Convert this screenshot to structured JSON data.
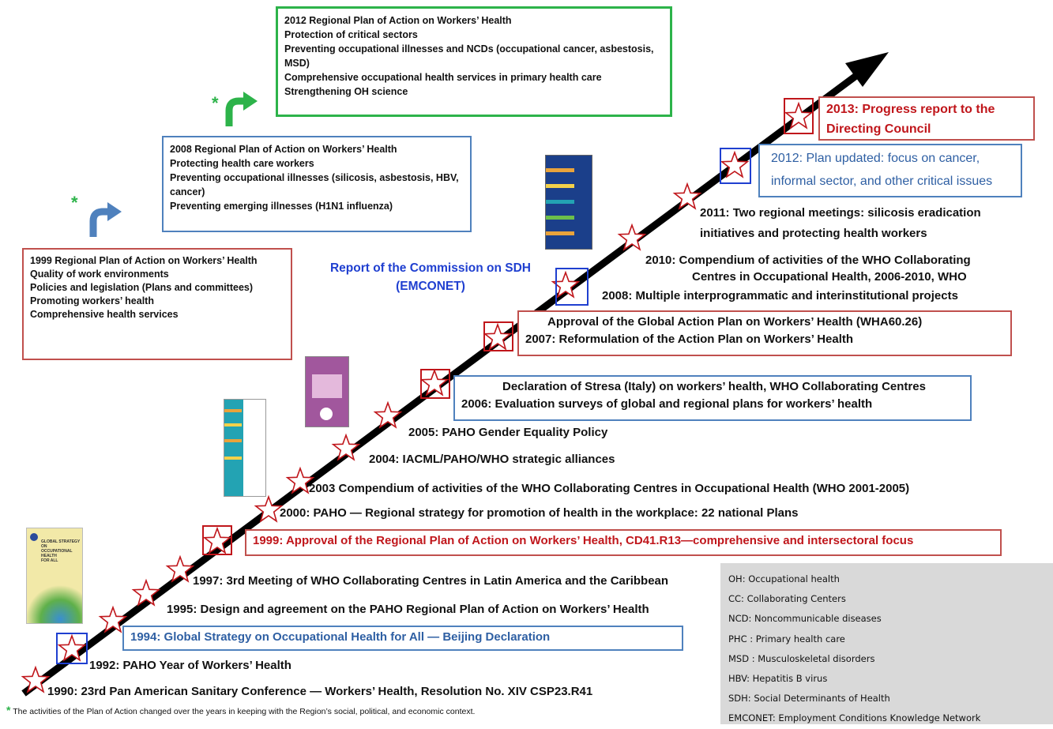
{
  "plans": {
    "plan1999": {
      "lines": [
        "1999 Regional Plan of Action on Workers’ Health",
        "Quality of work environments",
        "Policies and legislation (Plans and committees)",
        "Promoting workers’ health",
        "Comprehensive health services"
      ]
    },
    "plan2008": {
      "lines": [
        "2008 Regional Plan of Action on Workers’ Health",
        "Protecting health care workers",
        "Preventing occupational illnesses (silicosis, asbestosis, HBV, cancer)",
        "Preventing emerging illnesses (H1N1 influenza)"
      ]
    },
    "plan2012": {
      "lines": [
        "2012 Regional Plan of Action on Workers’ Health",
        "Protection of critical sectors",
        "Preventing occupational illnesses and NCDs (occupational cancer, asbestosis, MSD)",
        "Comprehensive occupational health services in primary health care",
        "Strengthening OH science"
      ]
    }
  },
  "asterisk": "*",
  "commission": "Report of the Commission on SDH  (EMCONET)",
  "events": {
    "e1990": "1990:   23rd Pan American Sanitary Conference — Workers’ Health, Resolution No. XIV CSP23.R41",
    "e1992": "1992:   PAHO Year of Workers’ Health",
    "e1994": "1994:  Global Strategy on Occupational Health for All — Beijing Declaration",
    "e1995": "1995: Design and agreement on the PAHO Regional Plan of Action on Workers’ Health",
    "e1997": "1997:  3rd Meeting of WHO Collaborating Centres in Latin America and the Caribbean",
    "e1999": "1999: Approval of the Regional Plan of Action on Workers’ Health, CD41.R13—comprehensive and intersectoral focus",
    "e2000": "2000:  PAHO — Regional strategy for promotion of health in the workplace: 22 national Plans",
    "e2003": "2003 Compendium of activities of the WHO Collaborating Centres in Occupational Health (WHO 2001-2005)",
    "e2004": "2004:  IACML/PAHO/WHO strategic alliances",
    "e2005": "2005:  PAHO Gender Equality Policy",
    "e2006a": "Declaration of Stresa (Italy) on workers’ health, WHO Collaborating Centres",
    "e2006b": "2006:  Evaluation surveys of global and regional plans for workers’ health",
    "e2007a": "Approval of the Global Action Plan on Workers’ Health (WHA60.26)",
    "e2007b": "2007:  Reformulation of the Action Plan on Workers’ Health",
    "e2008": "2008:  Multiple interprogrammatic and interinstitutional projects",
    "e2010a": "2010:  Compendium of activities of the WHO Collaborating",
    "e2010b": "Centres in Occupational Health, 2006-2010, WHO",
    "e2011a": "2011:  Two regional meetings: silicosis eradication",
    "e2011b": "initiatives and protecting health workers",
    "e2012a": "2012:  Plan updated: focus on cancer,",
    "e2012b": "informal sector, and other critical issues",
    "e2013a": "2013:  Progress report to the",
    "e2013b": "Directing Council"
  },
  "glossary": [
    "OH: Occupational  health",
    "CC: Collaborating Centers",
    "NCD: Noncommunicable  diseases",
    "PHC : Primary health care",
    "MSD : Musculoskeletal disorders",
    "HBV: Hepatitis  B virus",
    "SDH: Social Determinants of Health",
    "EMCONET: Employment Conditions  Knowledge  Network"
  ],
  "footnote": "The activities of the Plan of Action changed over the years in keeping with the Region’s social, political, and economic context.",
  "thumbnails": {
    "global_strategy": {
      "lines": [
        "GLOBAL STRATEGY ON",
        "OCCUPATIONAL HEALTH",
        "FOR ALL"
      ]
    }
  },
  "colors": {
    "red": "#c0504d",
    "blue": "#4f81bd",
    "green": "#2db34a",
    "event_red": "#c0161b",
    "event_blue": "#2e5fa3",
    "commission": "#1f3fd0"
  }
}
